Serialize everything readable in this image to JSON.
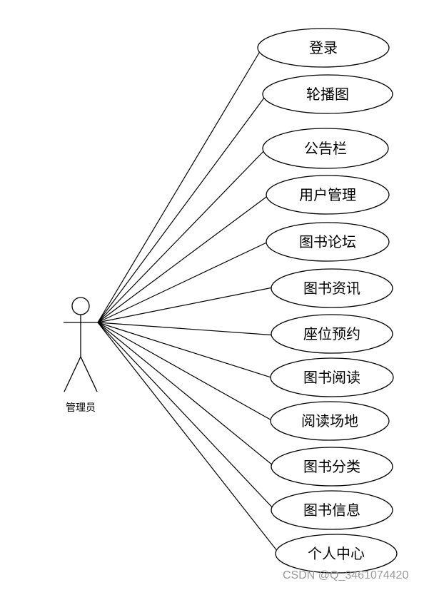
{
  "actor": {
    "label": "管理员"
  },
  "use_cases": [
    {
      "label": "登录"
    },
    {
      "label": "轮播图"
    },
    {
      "label": "公告栏"
    },
    {
      "label": "用户管理"
    },
    {
      "label": "图书论坛"
    },
    {
      "label": "图书资讯"
    },
    {
      "label": "座位预约"
    },
    {
      "label": "图书阅读"
    },
    {
      "label": "阅读场地"
    },
    {
      "label": "图书分类"
    },
    {
      "label": "图书信息"
    },
    {
      "label": "个人中心"
    }
  ],
  "watermark": {
    "text": "CSDN @Q_3461074420"
  },
  "colors": {
    "stroke": "#000000",
    "watermark": "#9a9a9a"
  }
}
